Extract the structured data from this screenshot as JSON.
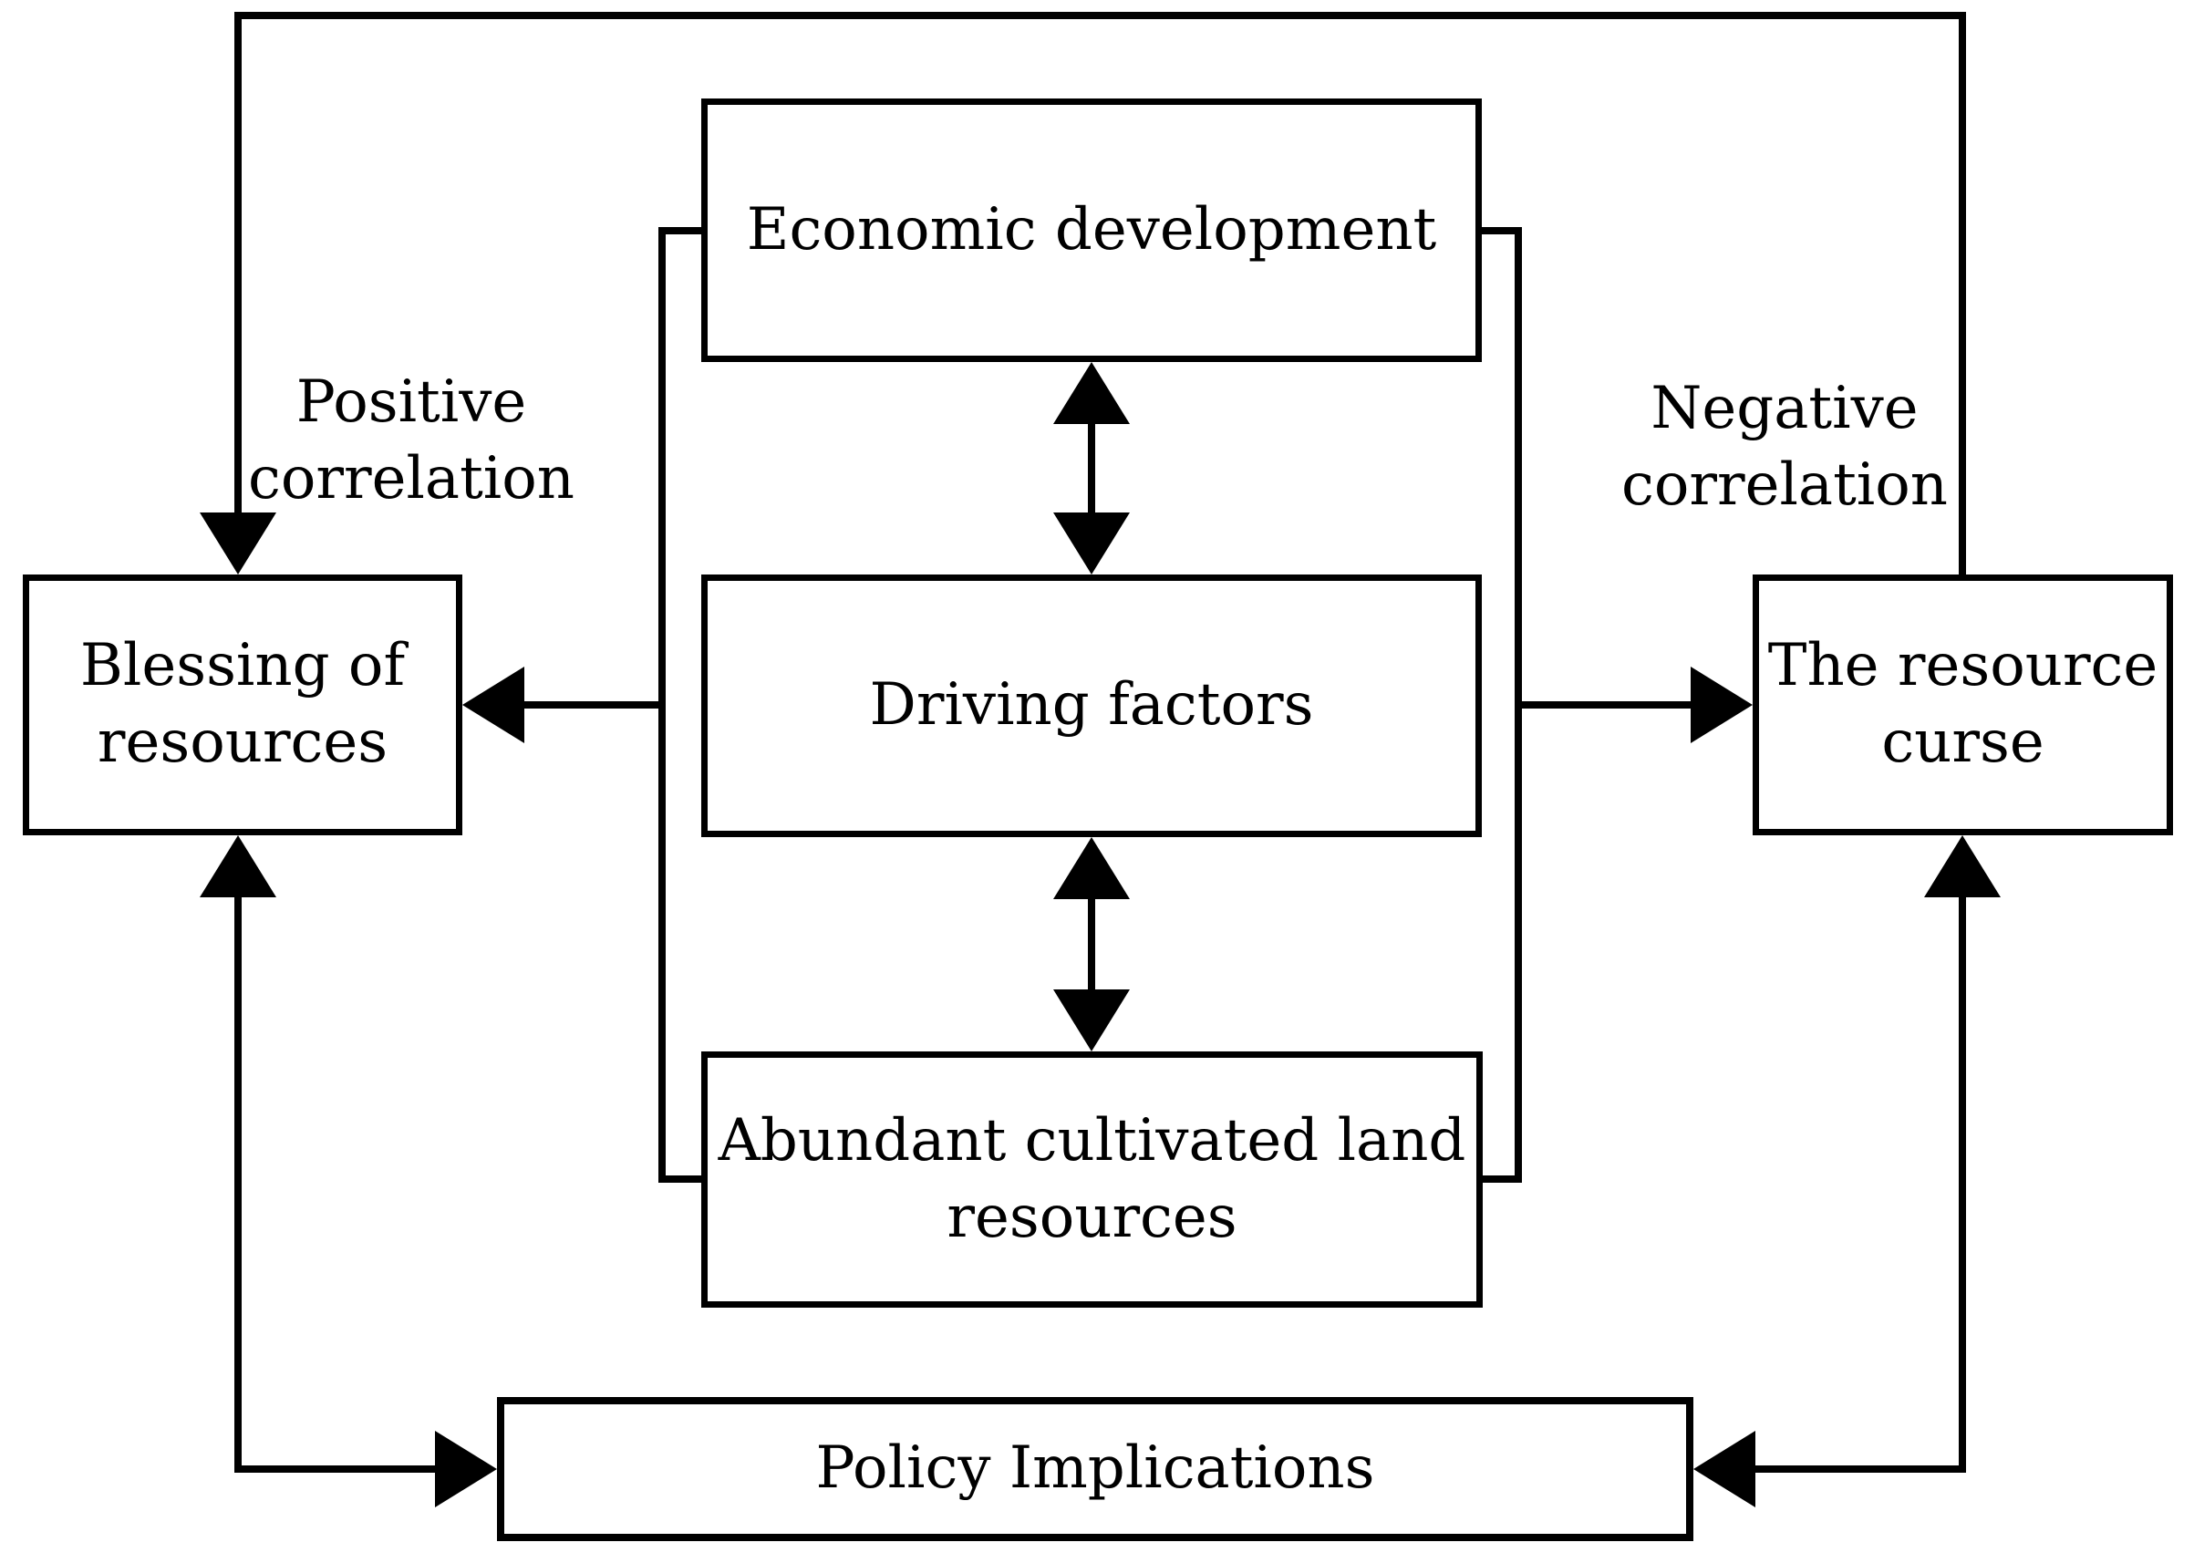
{
  "figure": {
    "colors": {
      "line": "#000000",
      "background": "#ffffff",
      "node_fill": "#ffffff"
    },
    "nodes": {
      "economic_development": {
        "label": "Economic development"
      },
      "driving_factors": {
        "label": "Driving factors"
      },
      "abundant_cultivated_land_resources": {
        "label": "Abundant cultivated land\nresources"
      },
      "blessing_of_resources": {
        "label": "Blessing of\nresources"
      },
      "the_resource_curse": {
        "label": "The resource\ncurse"
      },
      "policy_implications": {
        "label": "Policy Implications"
      }
    },
    "edge_labels": {
      "positive_correlation": "Positive\ncorrelation",
      "negative_correlation": "Negative\ncorrelation"
    },
    "edges": [
      {
        "from": "economic_development",
        "to": "driving_factors",
        "style": "double-arrow"
      },
      {
        "from": "driving_factors",
        "to": "abundant_cultivated_land_resources",
        "style": "double-arrow"
      },
      {
        "from": "center-bracket",
        "to": "blessing_of_resources",
        "style": "arrow",
        "label": "Positive correlation"
      },
      {
        "from": "center-bracket",
        "to": "the_resource_curse",
        "style": "arrow",
        "label": "Negative correlation"
      },
      {
        "from": "top-frame",
        "to": "blessing_of_resources",
        "style": "arrow-down"
      },
      {
        "from": "top-frame",
        "to": "the_resource_curse",
        "style": "line"
      },
      {
        "from": "blessing_of_resources",
        "to": "policy_implications",
        "style": "double-arrow-elbow"
      },
      {
        "from": "the_resource_curse",
        "to": "policy_implications",
        "style": "double-arrow-elbow"
      }
    ]
  }
}
